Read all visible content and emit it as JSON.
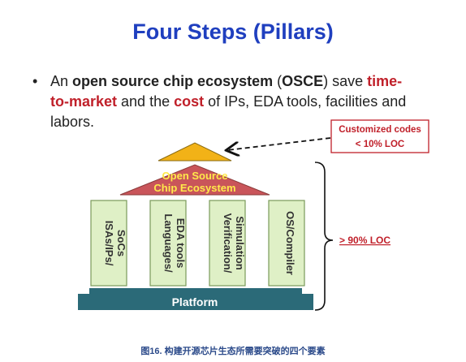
{
  "slide": {
    "title": "Four Steps (Pillars)",
    "bullet": {
      "dot": "•",
      "pre": "An ",
      "osce_long": "open source chip ecosystem",
      "paren_open": " (",
      "osce_short": "OSCE",
      "paren_close": ") save ",
      "time_to_market": "time-to-market",
      "mid": "  and the ",
      "cost": "cost",
      "post": " of IPs, EDA tools, facilities and labors."
    }
  },
  "diagram": {
    "roof_label_line1": "Open Source",
    "roof_label_line2": "Chip Ecosystem",
    "pillars": [
      {
        "line1": "ISAs/IPs/",
        "line2": "SoCs"
      },
      {
        "line1": "Languages/",
        "line2": "EDA tools"
      },
      {
        "line1": "Verification/",
        "line2": "Simulation"
      },
      {
        "line1": "OS/Compiler",
        "line2": ""
      }
    ],
    "platform_label": "Platform",
    "callout_line1": "Customized codes",
    "callout_line2": "< 10% LOC",
    "brace_label": "> 90% LOC",
    "colors": {
      "roof": "#c9555a",
      "peak": "#f2b217",
      "pillar_fill": "#dff0c6",
      "pillar_border": "#7a9a5a",
      "platform": "#2b6a78",
      "roof_text": "#ffe94a",
      "callout_text": "#c0202a",
      "title": "#1f3fbf"
    }
  },
  "caption": "图16. 构建开源芯片生态所需要突破的四个要素"
}
